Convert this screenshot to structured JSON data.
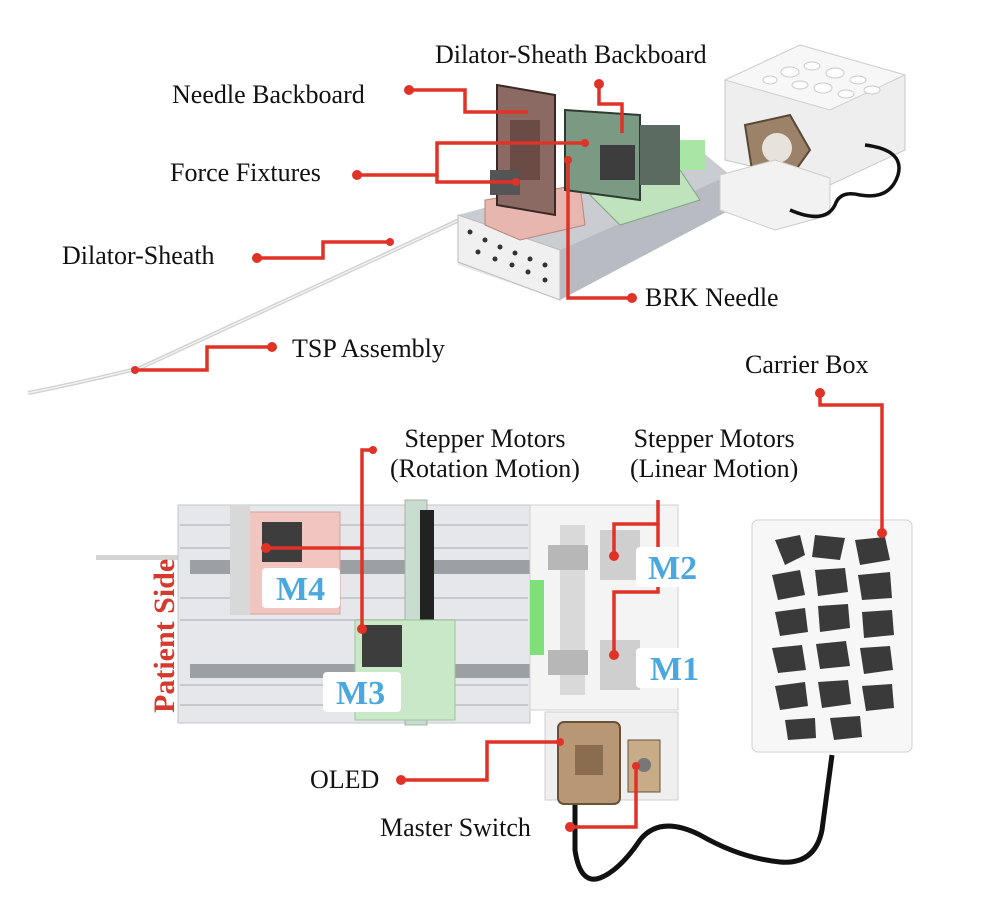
{
  "top_figure": {
    "labels": {
      "dilator_sheath_backboard": "Dilator-Sheath Backboard",
      "needle_backboard": "Needle Backboard",
      "force_fixtures": "Force Fixtures",
      "dilator_sheath": "Dilator-Sheath",
      "brk_needle": "BRK Needle",
      "tsp_assembly": "TSP Assembly"
    }
  },
  "bottom_figure": {
    "labels": {
      "carrier_box": "Carrier Box",
      "stepper_rotation_line1": "Stepper Motors",
      "stepper_rotation_line2": "(Rotation Motion)",
      "stepper_linear_line1": "Stepper Motors",
      "stepper_linear_line2": "(Linear Motion)",
      "patient_side": "Patient Side",
      "oled": "OLED",
      "master_switch": "Master Switch"
    },
    "motors": [
      "M4",
      "M3",
      "M2",
      "M1"
    ]
  },
  "colors": {
    "leader_line": "#e03226",
    "motor_tag": "#4aa8de",
    "patient_side": "#d63a2f"
  }
}
